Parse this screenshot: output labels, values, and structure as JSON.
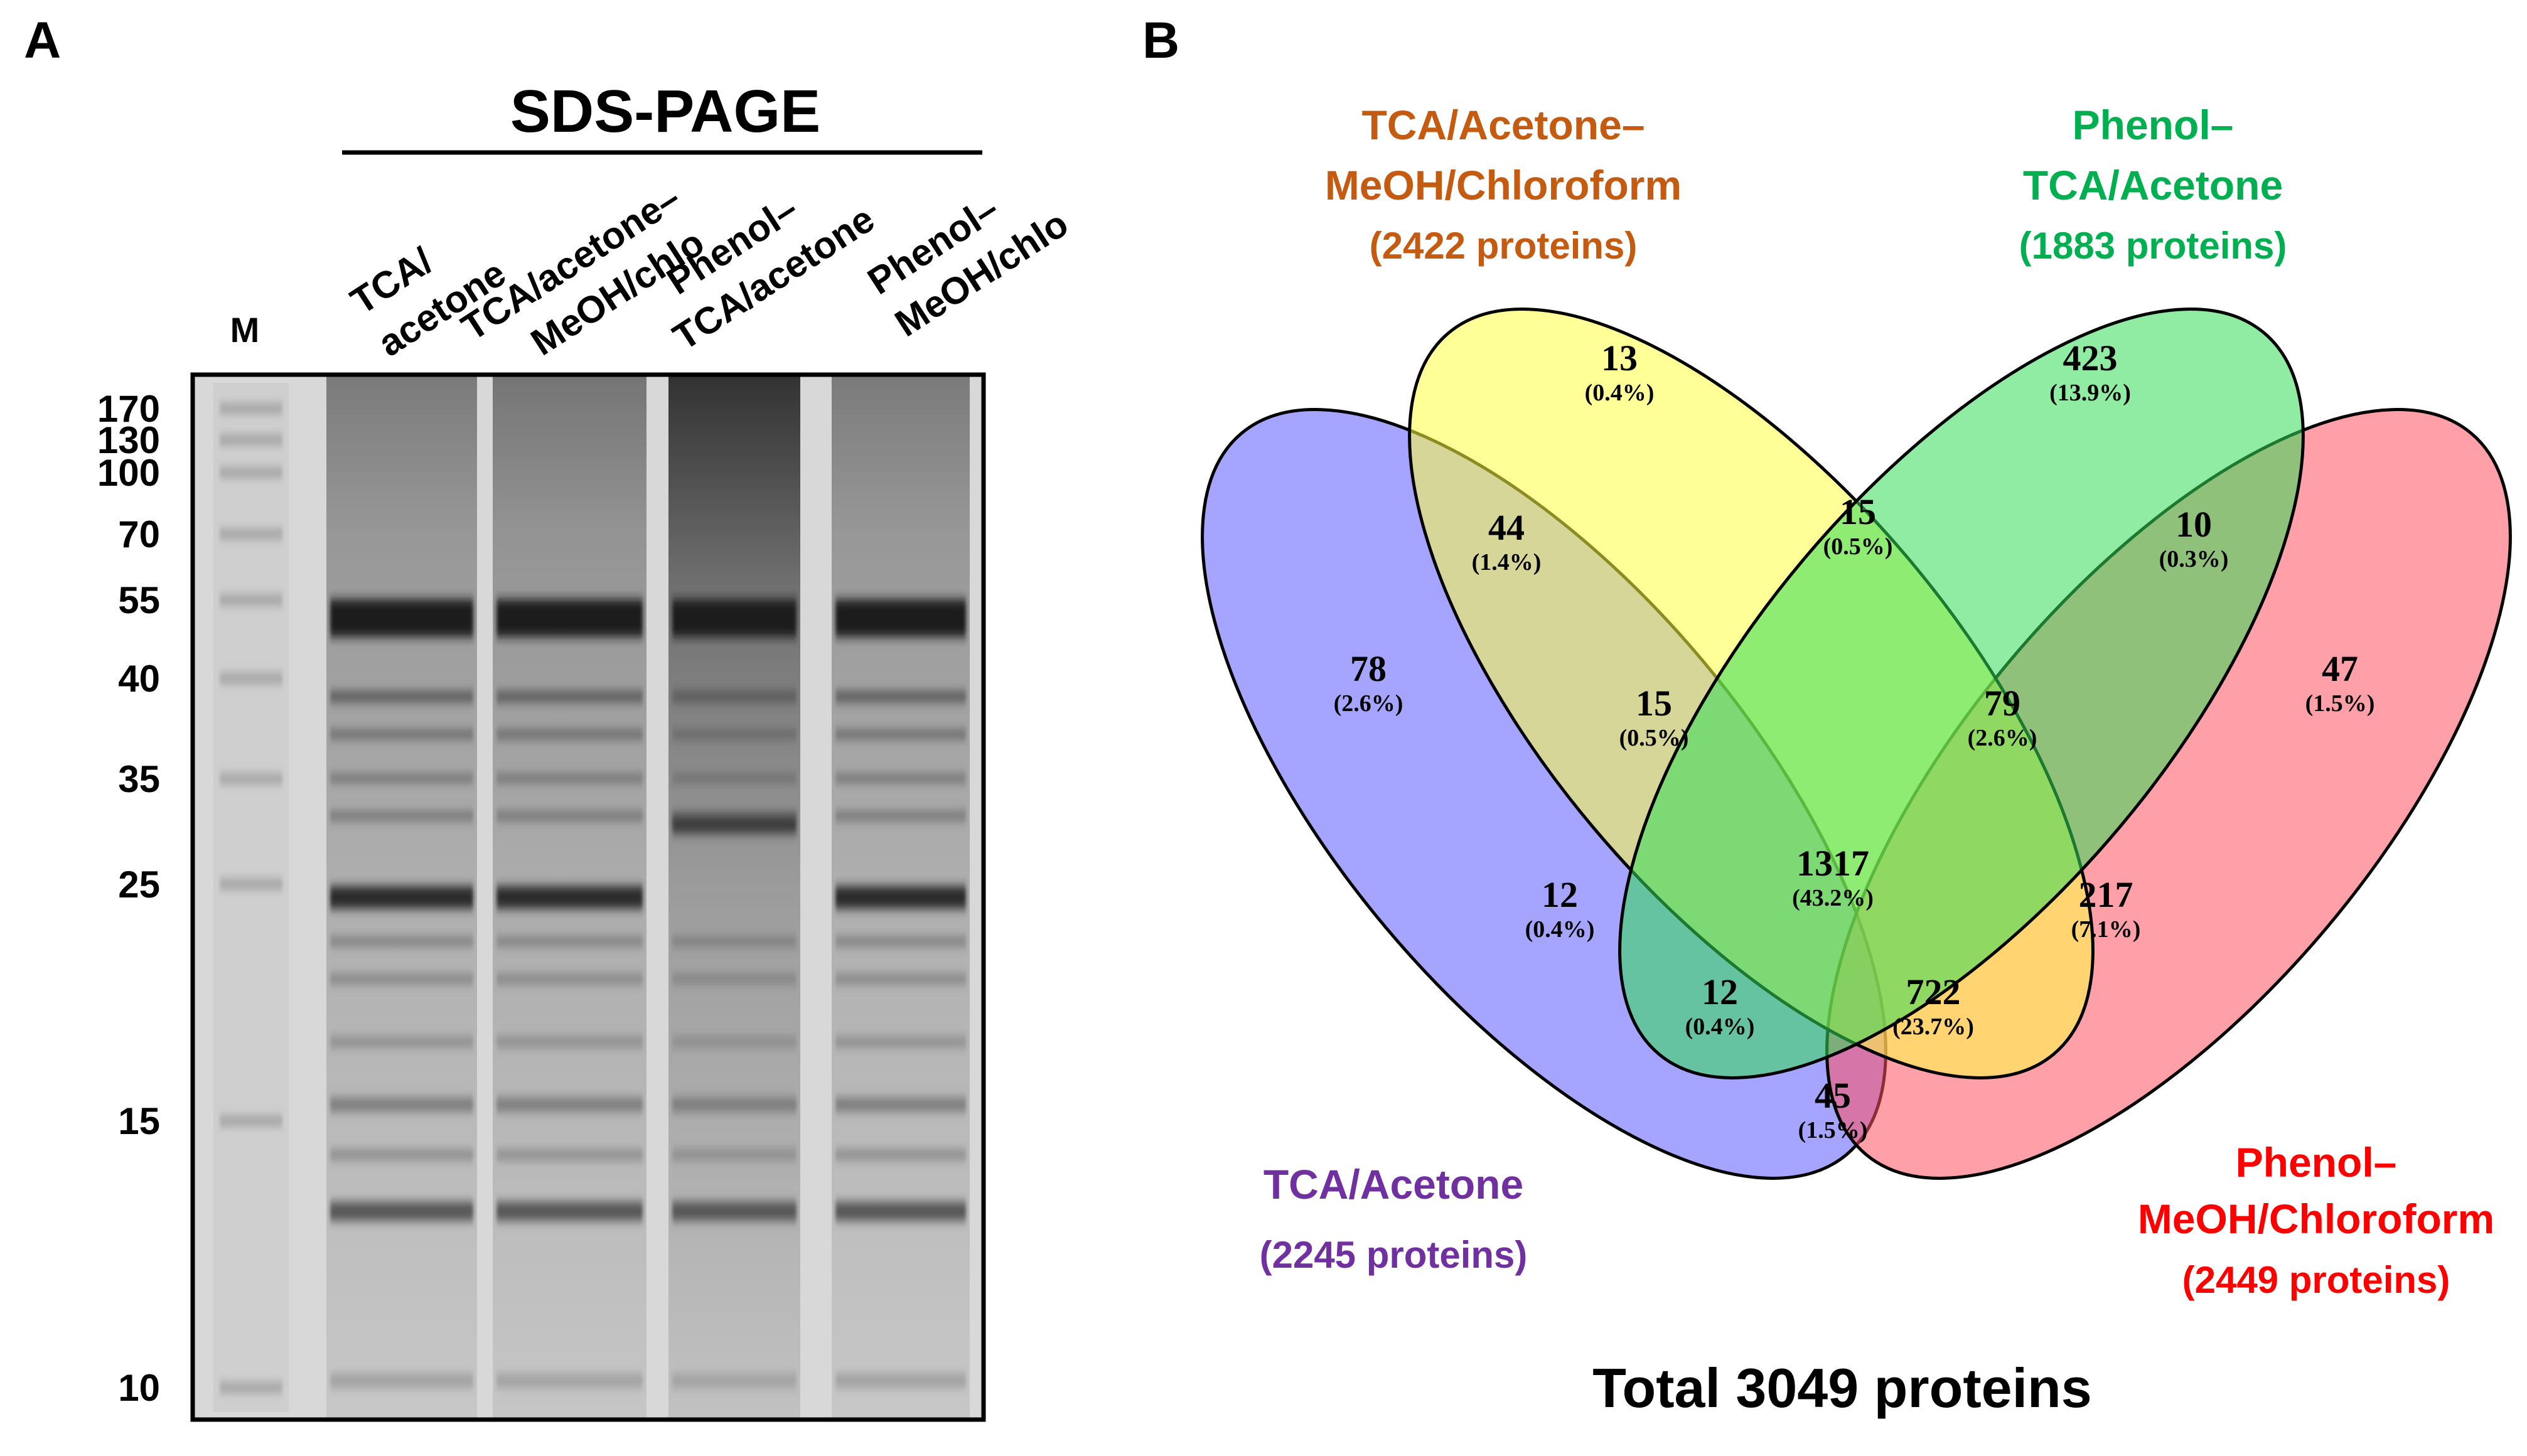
{
  "panel_a": {
    "letter": "A",
    "header": "SDS-PAGE",
    "marker_label": "M",
    "lanes": [
      {
        "line1": "TCA/",
        "line2": "acetone"
      },
      {
        "line1": "TCA/acetone–",
        "line2": "MeOH/chlo"
      },
      {
        "line1": "Phenol–",
        "line2": "TCA/acetone"
      },
      {
        "line1": "Phenol–",
        "line2": "MeOH/chlo"
      }
    ],
    "markers": [
      {
        "label": "170",
        "kda": 170
      },
      {
        "label": "130",
        "kda": 130
      },
      {
        "label": "100",
        "kda": 100
      },
      {
        "label": "70",
        "kda": 70
      },
      {
        "label": "55",
        "kda": 55
      },
      {
        "label": "40",
        "kda": 40
      },
      {
        "label": "35",
        "kda": 35
      },
      {
        "label": "25",
        "kda": 25
      },
      {
        "label": "15",
        "kda": 15
      },
      {
        "label": "10",
        "kda": 10
      }
    ]
  },
  "panel_b": {
    "letter": "B",
    "sets": [
      {
        "key": "tca",
        "line1": "TCA/Acetone",
        "line2": "",
        "count": "(2245 proteins)",
        "color": "#7030A0",
        "fill": "#5B5BFF"
      },
      {
        "key": "tcam",
        "line1": "TCA/Acetone–",
        "line2": "MeOH/Chloroform",
        "count": "(2422 proteins)",
        "color": "#C55A11",
        "fill": "#FFFF44"
      },
      {
        "key": "pt",
        "line1": "Phenol–",
        "line2": "TCA/Acetone",
        "count": "(1883 proteins)",
        "color": "#00B050",
        "fill": "#33DD55"
      },
      {
        "key": "pm",
        "line1": "Phenol–",
        "line2": "MeOH/Chloroform",
        "count": "(2449 proteins)",
        "color": "#FF0000",
        "fill": "#FF5060"
      }
    ],
    "regions": [
      {
        "region": "tcam-only",
        "count": "13",
        "pct": "(0.4%)"
      },
      {
        "region": "pt-only",
        "count": "423",
        "pct": "(13.9%)"
      },
      {
        "region": "tca-tcam",
        "count": "44",
        "pct": "(1.4%)"
      },
      {
        "region": "tcam-pt",
        "count": "15",
        "pct": "(0.5%)"
      },
      {
        "region": "pt-pm",
        "count": "10",
        "pct": "(0.3%)"
      },
      {
        "region": "tca-only",
        "count": "78",
        "pct": "(2.6%)"
      },
      {
        "region": "tca-tcam-pt",
        "count": "15",
        "pct": "(0.5%)"
      },
      {
        "region": "tcam-pt-pm",
        "count": "79",
        "pct": "(2.6%)"
      },
      {
        "region": "pm-only",
        "count": "47",
        "pct": "(1.5%)"
      },
      {
        "region": "tca-pt",
        "count": "12",
        "pct": "(0.4%)"
      },
      {
        "region": "all-four",
        "count": "1317",
        "pct": "(43.2%)"
      },
      {
        "region": "tcam-pm",
        "count": "217",
        "pct": "(7.1%)"
      },
      {
        "region": "tca-pt-pm",
        "count": "12",
        "pct": "(0.4%)"
      },
      {
        "region": "tca-tcam-pm",
        "count": "722",
        "pct": "(23.7%)"
      },
      {
        "region": "tca-pm",
        "count": "45",
        "pct": "(1.5%)"
      }
    ],
    "total": "Total 3049 proteins"
  }
}
